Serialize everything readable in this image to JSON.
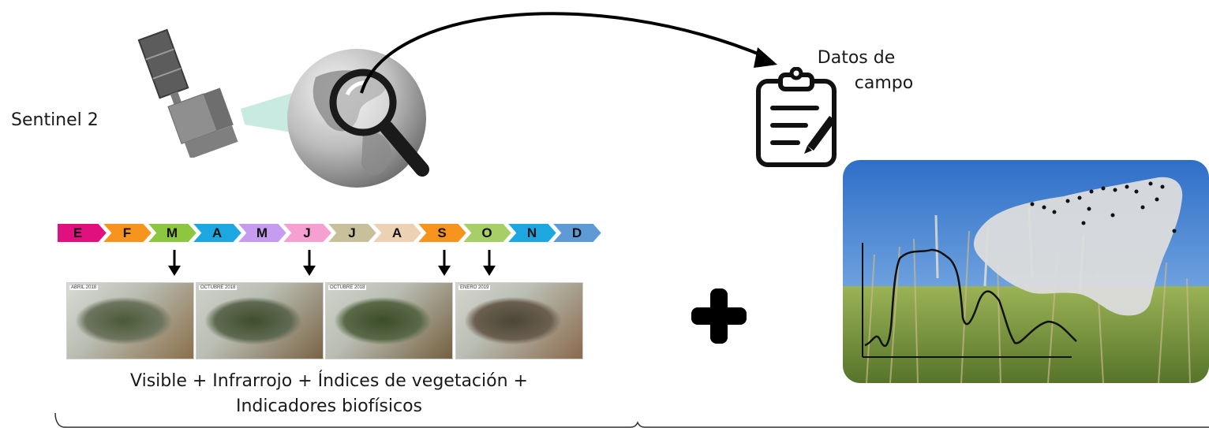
{
  "labels": {
    "sentinel": "Sentinel 2",
    "datos_line1": "Datos de",
    "datos_line2": "campo",
    "caption_line1": "Visible + Infrarrojo + Índices de vegetación +",
    "caption_line2": "Indicadores biofísicos"
  },
  "months": [
    {
      "letter": "E",
      "color": "#e0117e"
    },
    {
      "letter": "F",
      "color": "#f7941d"
    },
    {
      "letter": "M",
      "color": "#8dc63f"
    },
    {
      "letter": "A",
      "color": "#1ca7e0"
    },
    {
      "letter": "M",
      "color": "#c59cf0"
    },
    {
      "letter": "J",
      "color": "#f5a0d0"
    },
    {
      "letter": "J",
      "color": "#c8c09a"
    },
    {
      "letter": "A",
      "color": "#ecd2b2"
    },
    {
      "letter": "S",
      "color": "#f7941d"
    },
    {
      "letter": "O",
      "color": "#a6cf68"
    },
    {
      "letter": "N",
      "color": "#1ca7e0"
    },
    {
      "letter": "D",
      "color": "#5e9bd6"
    }
  ],
  "selected_month_indices": [
    2,
    5,
    8,
    9
  ],
  "image_tiles": [
    {
      "label": "ABRIL 2018"
    },
    {
      "label": "OCTUBRE 2018"
    },
    {
      "label": "OCTUBRE 2018"
    },
    {
      "label": "ENERO 2019"
    }
  ],
  "icons": [
    "satellite-icon",
    "globe-icon",
    "magnifier-icon",
    "clipboard-icon",
    "plus-icon"
  ],
  "colors": {
    "arrow": "#000000",
    "map_fill": "#dcdcdc",
    "sky": "#3f7fd0",
    "grass": "#7a9a3a"
  }
}
